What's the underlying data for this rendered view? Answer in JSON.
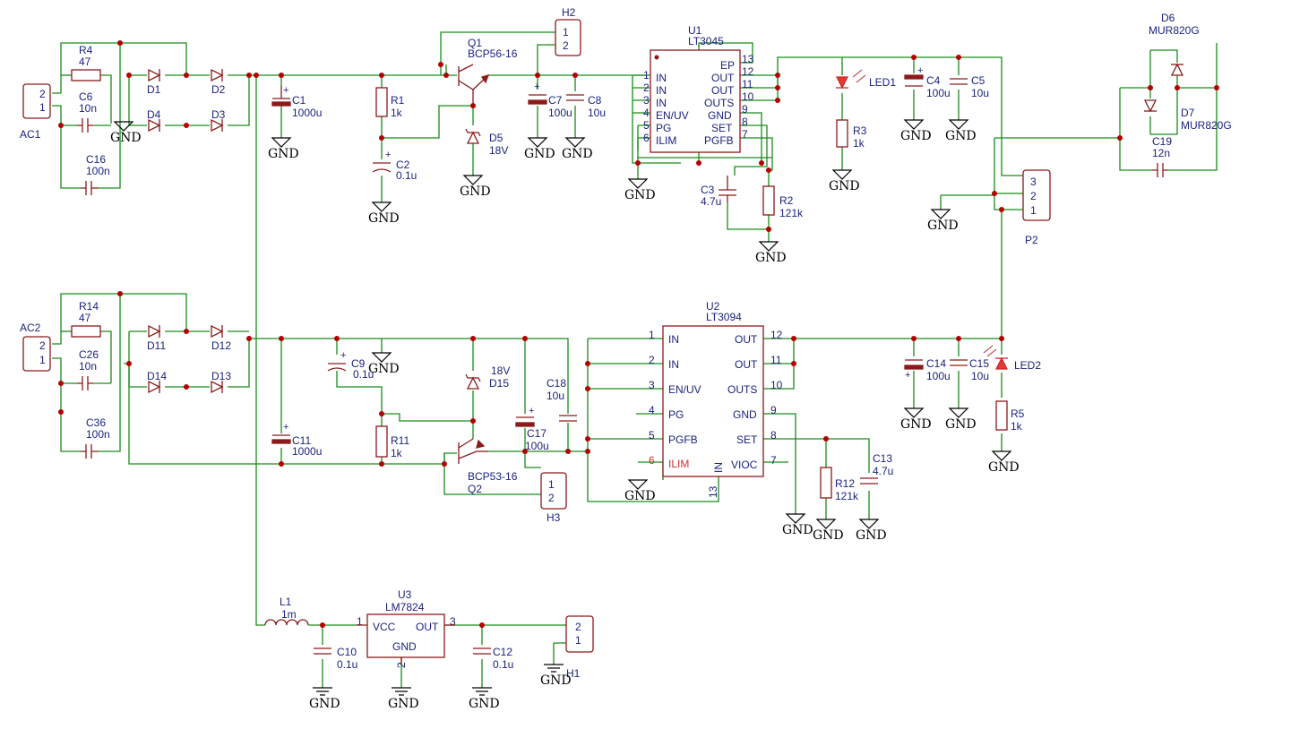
{
  "components": {
    "AC1": {
      "ref": "AC1",
      "pins": [
        "2",
        "1"
      ]
    },
    "AC2": {
      "ref": "AC2",
      "pins": [
        "2",
        "1"
      ]
    },
    "R4": {
      "ref": "R4",
      "value": "47"
    },
    "R14": {
      "ref": "R14",
      "value": "47"
    },
    "C6": {
      "ref": "C6",
      "value": "10n"
    },
    "C26": {
      "ref": "C26",
      "value": "10n"
    },
    "C16": {
      "ref": "C16",
      "value": "100n"
    },
    "C36": {
      "ref": "C36",
      "value": "100n"
    },
    "D1": {
      "ref": "D1"
    },
    "D2": {
      "ref": "D2"
    },
    "D3": {
      "ref": "D3"
    },
    "D4": {
      "ref": "D4"
    },
    "D11": {
      "ref": "D11"
    },
    "D12": {
      "ref": "D12"
    },
    "D13": {
      "ref": "D13"
    },
    "D14": {
      "ref": "D14"
    },
    "C1": {
      "ref": "C1",
      "value": "1000u"
    },
    "C11": {
      "ref": "C11",
      "value": "1000u"
    },
    "R1": {
      "ref": "R1",
      "value": "1k"
    },
    "R11": {
      "ref": "R11",
      "value": "1k"
    },
    "C2": {
      "ref": "C2",
      "value": "0.1u"
    },
    "C9": {
      "ref": "C9",
      "value": "0.1u"
    },
    "Q1": {
      "ref": "Q1",
      "value": "BCP56-16"
    },
    "Q2": {
      "ref": "Q2",
      "value": "BCP53-16"
    },
    "D5": {
      "ref": "D5",
      "value": "18V"
    },
    "D15": {
      "ref": "D15",
      "value": "18V"
    },
    "H1": {
      "ref": "H1",
      "pins": [
        "2",
        "1"
      ]
    },
    "H2": {
      "ref": "H2",
      "pins": [
        "1",
        "2"
      ]
    },
    "H3": {
      "ref": "H3",
      "pins": [
        "1",
        "2"
      ]
    },
    "C7": {
      "ref": "C7",
      "value": "100u"
    },
    "C8": {
      "ref": "C8",
      "value": "10u"
    },
    "C17": {
      "ref": "C17",
      "value": "100u"
    },
    "C18": {
      "ref": "C18",
      "value": "10u"
    },
    "U1": {
      "ref": "U1",
      "value": "LT3045",
      "left_pins": [
        {
          "num": "1",
          "name": "IN"
        },
        {
          "num": "2",
          "name": "IN"
        },
        {
          "num": "3",
          "name": "IN"
        },
        {
          "num": "4",
          "name": "EN/UV"
        },
        {
          "num": "5",
          "name": "PG"
        },
        {
          "num": "6",
          "name": "ILIM"
        }
      ],
      "right_pins": [
        {
          "num": "13",
          "name": "EP"
        },
        {
          "num": "12",
          "name": "OUT"
        },
        {
          "num": "11",
          "name": "OUT"
        },
        {
          "num": "10",
          "name": "OUTS"
        },
        {
          "num": "9",
          "name": "GND"
        },
        {
          "num": "8",
          "name": "SET"
        },
        {
          "num": "7",
          "name": "PGFB"
        }
      ]
    },
    "U2": {
      "ref": "U2",
      "value": "LT3094",
      "left_pins": [
        {
          "num": "1",
          "name": "IN"
        },
        {
          "num": "2",
          "name": "IN"
        },
        {
          "num": "3",
          "name": "EN/UV"
        },
        {
          "num": "4",
          "name": "PG"
        },
        {
          "num": "5",
          "name": "PGFB"
        },
        {
          "num": "6",
          "name": "ILIM"
        }
      ],
      "right_pins": [
        {
          "num": "12",
          "name": "OUT"
        },
        {
          "num": "11",
          "name": "OUT"
        },
        {
          "num": "10",
          "name": "OUTS"
        },
        {
          "num": "9",
          "name": "GND"
        },
        {
          "num": "8",
          "name": "SET"
        },
        {
          "num": "7",
          "name": "VIOC"
        }
      ],
      "bottom_pin": {
        "num": "13",
        "name": "IN"
      }
    },
    "U3": {
      "ref": "U3",
      "value": "LM7824",
      "pin_vcc": "VCC",
      "pin_out": "OUT",
      "pin_gnd": "GND",
      "num_vcc": "1",
      "num_out": "3",
      "num_gnd": "2"
    },
    "C3": {
      "ref": "C3",
      "value": "4.7u"
    },
    "R2": {
      "ref": "R2",
      "value": "121k"
    },
    "C13": {
      "ref": "C13",
      "value": "4.7u"
    },
    "R12": {
      "ref": "R12",
      "value": "121k"
    },
    "LED1": {
      "ref": "LED1"
    },
    "LED2": {
      "ref": "LED2"
    },
    "R3": {
      "ref": "R3",
      "value": "1k"
    },
    "R5": {
      "ref": "R5",
      "value": "1k"
    },
    "C4": {
      "ref": "C4",
      "value": "100u"
    },
    "C5": {
      "ref": "C5",
      "value": "10u"
    },
    "C14": {
      "ref": "C14",
      "value": "100u"
    },
    "C15": {
      "ref": "C15",
      "value": "10u"
    },
    "P2": {
      "ref": "P2",
      "pins": [
        "3",
        "2",
        "1"
      ]
    },
    "D6": {
      "ref": "D6",
      "value": "MUR820G"
    },
    "D7": {
      "ref": "D7",
      "value": "MUR820G"
    },
    "C19": {
      "ref": "C19",
      "value": "12n"
    },
    "L1": {
      "ref": "L1",
      "value": "1m"
    },
    "C10": {
      "ref": "C10",
      "value": "0.1u"
    },
    "C12": {
      "ref": "C12",
      "value": "0.1u"
    }
  },
  "gnd_label": "GND"
}
